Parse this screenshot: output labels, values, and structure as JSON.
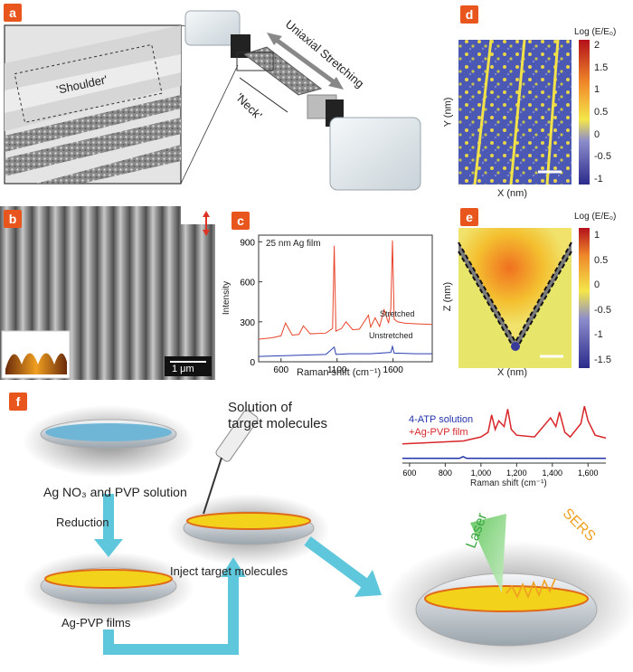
{
  "panels": {
    "a": {
      "label": "a",
      "shoulder": "'Shoulder'",
      "neck": "'Neck'",
      "stretch": "Uniaxial Stretching"
    },
    "b": {
      "label": "b",
      "scale": "1 μm"
    },
    "c": {
      "label": "c",
      "annotation": "25 nm Ag film",
      "ylabel": "Intensity",
      "xlabel": "Raman shift (cm⁻¹)",
      "yticks": [
        "0",
        "300",
        "600",
        "900"
      ],
      "xticks": [
        "600",
        "1100",
        "1600"
      ],
      "series_labels": [
        "Stretched",
        "Unstretched"
      ]
    },
    "d": {
      "label": "d",
      "colorbar_title": "Log (E/E₀)",
      "ylabel": "Y (nm)",
      "xlabel": "X (nm)",
      "cbticks": [
        "2",
        "1.5",
        "1",
        "0.5",
        "0",
        "-0.5",
        "-1"
      ]
    },
    "e": {
      "label": "e",
      "colorbar_title": "Log (E/E₀)",
      "ylabel": "Z (nm)",
      "xlabel": "X (nm)",
      "cbticks": [
        "1",
        "0.5",
        "0",
        "-0.5",
        "-1",
        "-1.5"
      ]
    },
    "f": {
      "label": "f",
      "ag_solution": "Ag NO₃ and PVP solution",
      "reduction": "Reduction",
      "films": "Ag-PVP films",
      "solution_target": "Solution of\ntarget molecules",
      "inject": "Inject target molecules",
      "laser": "Laser",
      "sers": "SERS",
      "legend_atp": "4-ATP solution",
      "legend_agpvp": "+Ag-PVP film",
      "xlabel": "Raman shift (cm⁻¹)",
      "xticks": [
        "600",
        "800",
        "1,000",
        "1,200",
        "1,400",
        "1,600"
      ]
    }
  },
  "chart_data": [
    {
      "type": "line",
      "panel": "c",
      "title": "",
      "xlabel": "Raman shift (cm-1)",
      "ylabel": "Intensity",
      "xlim": [
        400,
        1950
      ],
      "ylim": [
        0,
        950
      ],
      "series": [
        {
          "name": "Stretched",
          "color": "#e8452a",
          "x": [
            400,
            520,
            600,
            640,
            700,
            760,
            800,
            860,
            1000,
            1060,
            1075,
            1090,
            1140,
            1180,
            1240,
            1300,
            1380,
            1400,
            1440,
            1480,
            1520,
            1560,
            1580,
            1595,
            1610,
            1640,
            1700,
            1800,
            1950
          ],
          "values": [
            170,
            180,
            195,
            290,
            200,
            205,
            270,
            210,
            215,
            250,
            870,
            230,
            250,
            300,
            240,
            245,
            350,
            260,
            330,
            265,
            390,
            290,
            400,
            910,
            320,
            300,
            290,
            285,
            280
          ]
        },
        {
          "name": "Unstretched",
          "color": "#2a3eb1",
          "x": [
            400,
            600,
            800,
            1000,
            1075,
            1090,
            1200,
            1400,
            1580,
            1595,
            1610,
            1800,
            1950
          ],
          "values": [
            40,
            45,
            50,
            55,
            110,
            55,
            60,
            60,
            70,
            115,
            65,
            60,
            60
          ]
        }
      ]
    },
    {
      "type": "line",
      "panel": "f",
      "xlabel": "Raman shift (cm-1)",
      "xlim": [
        560,
        1700
      ],
      "series": [
        {
          "name": "4-ATP solution",
          "color": "#2233aa",
          "x": [
            560,
            880,
            900,
            920,
            1700
          ],
          "values": [
            5,
            5,
            8,
            5,
            5
          ]
        },
        {
          "name": "+Ag-PVP film",
          "color": "#d8262a",
          "x": [
            560,
            700,
            900,
            1000,
            1040,
            1060,
            1080,
            1100,
            1130,
            1150,
            1170,
            1200,
            1300,
            1390,
            1420,
            1440,
            1470,
            1500,
            1560,
            1580,
            1600,
            1640,
            1700
          ],
          "values": [
            30,
            32,
            35,
            42,
            50,
            80,
            55,
            70,
            60,
            90,
            55,
            45,
            42,
            75,
            60,
            85,
            50,
            42,
            65,
            95,
            70,
            45,
            40
          ]
        }
      ]
    }
  ]
}
